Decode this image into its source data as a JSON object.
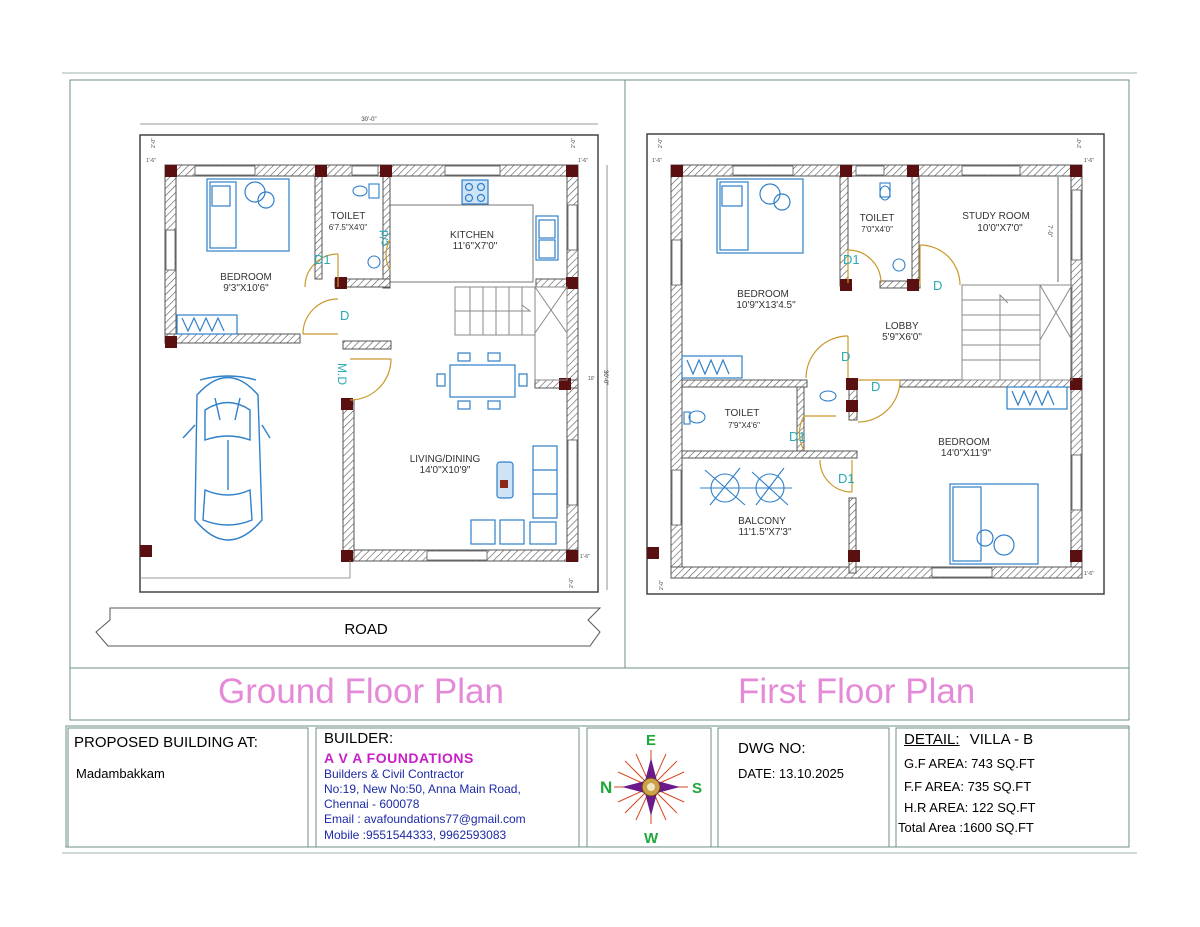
{
  "ground_floor": {
    "title": "Ground Floor Plan",
    "overall_width": "30'-0\"",
    "overall_depth": "30'-0\"",
    "road_label": "ROAD",
    "rooms": [
      {
        "name": "BEDROOM",
        "size": "9'3\"X10'6\""
      },
      {
        "name": "TOILET",
        "size": "6'7.5\"X4'0\""
      },
      {
        "name": "KITCHEN",
        "size": "11'6\"X7'0\""
      },
      {
        "name": "LIVING/DINING",
        "size": "14'0\"X10'9\""
      }
    ],
    "door_labels": [
      "D1",
      "D",
      "M.D",
      "c/d"
    ],
    "dims": [
      "2'-0\"",
      "1'-6\"",
      "2'-0\"",
      "1'-6\"",
      "2'-0\"",
      "1'-6\"",
      "10'"
    ]
  },
  "first_floor": {
    "title": "First Floor Plan",
    "rooms": [
      {
        "name": "BEDROOM",
        "size": "10'9\"X13'4.5\""
      },
      {
        "name": "TOILET",
        "size": "7'0\"X4'0\""
      },
      {
        "name": "STUDY ROOM",
        "size": "10'0\"X7'0\""
      },
      {
        "name": "LOBBY",
        "size": "5'9\"X6'0\""
      },
      {
        "name": "TOILET",
        "size": "7'9\"X4'6\""
      },
      {
        "name": "BEDROOM",
        "size": "14'0\"X11'9\""
      },
      {
        "name": "BALCONY",
        "size": "11'1.5\"X7'3\""
      }
    ],
    "door_labels": [
      "D1",
      "D",
      "D",
      "D",
      "D1",
      "D1"
    ],
    "dims": [
      "2'-0\"",
      "1'-6\"",
      "2'-0\"",
      "1'-6\"",
      "2'-0\"",
      "1'-6\"",
      "7'-0\""
    ]
  },
  "title_block": {
    "location_label": "PROPOSED BUILDING AT:",
    "location": "Madambakkam",
    "builder_label": "BUILDER:",
    "builder_name": "A V A FOUNDATIONS",
    "builder_lines": [
      "Builders & Civil Contractor",
      "No:19, New No:50, Anna Main Road,",
      "Chennai - 600078",
      "Email : avafoundations77@gmail.com",
      "Mobile :9551544333, 9962593083"
    ],
    "compass": {
      "n": "N",
      "e": "E",
      "s": "S",
      "w": "W"
    },
    "dwg_label": "DWG NO:",
    "date": "DATE: 13.10.2025",
    "detail_label": "DETAIL:",
    "detail_value": "VILLA - B",
    "areas": [
      "G.F AREA: 743 SQ.FT",
      "F.F AREA: 735 SQ.FT",
      "H.R AREA: 122 SQ.FT",
      "Total Area :1600 SQ.FT"
    ]
  },
  "colors": {
    "wall": "#5a5a5a",
    "column": "#5a1010",
    "furniture": "#2f7fc9",
    "door_arc": "#c79a2a",
    "door_label": "#2ba9b5",
    "title": "#e58ad8",
    "frame": "#6f8f8a"
  }
}
